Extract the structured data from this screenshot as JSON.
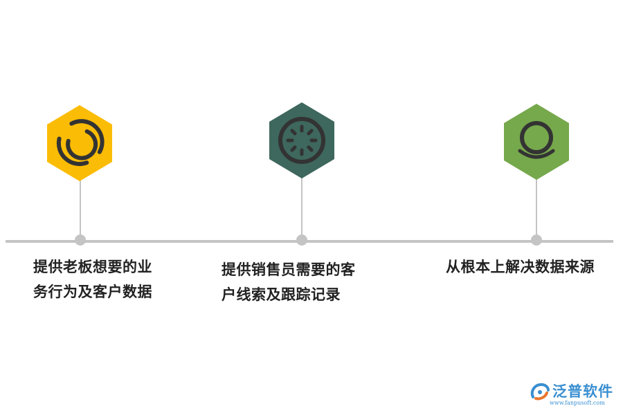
{
  "steps": [
    {
      "lines": [
        "提供老板想要的业",
        "务行为及客户数据"
      ],
      "icon": "segmented-ring-icon",
      "color": "#fbbc05"
    },
    {
      "lines": [
        "提供销售员需要的客",
        "户线索及跟踪记录"
      ],
      "icon": "loading-spinner-icon",
      "color": "#3e675d"
    },
    {
      "lines": [
        "从根本上解决数据来源"
      ],
      "icon": "bowl-ring-icon",
      "color": "#76a84c"
    }
  ],
  "timeline": {
    "line_color": "#c4c4c4",
    "dot_color": "#c4c4c4",
    "connector_color": "#c4c4c4"
  },
  "icon_stroke_color": "#333333",
  "logo": {
    "name": "泛普软件",
    "url": "www.fanpusoft.com",
    "color": "#3a8fd0"
  }
}
